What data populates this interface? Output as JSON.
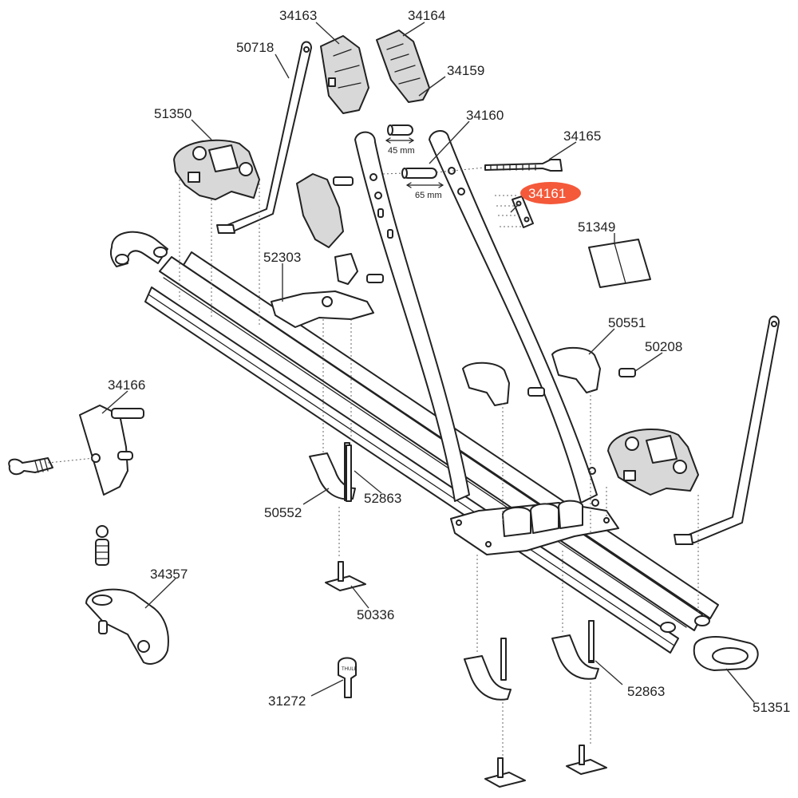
{
  "highlight_color": "#f4593a",
  "labels": {
    "p34163": "34163",
    "p34164": "34164",
    "p50718": "50718",
    "p34159": "34159",
    "p51350": "51350",
    "p34160": "34160",
    "p34165": "34165",
    "p34161": "34161",
    "p51349": "51349",
    "p52303": "52303",
    "p50551": "50551",
    "p50208": "50208",
    "p34166": "34166",
    "p50552": "50552",
    "p52863a": "52863",
    "p34357": "34357",
    "p50336": "50336",
    "p31272": "31272",
    "p52863b": "52863",
    "p51351": "51351"
  },
  "dimensions": {
    "d45": "45 mm",
    "d65": "65 mm"
  },
  "key_brand": "THULE"
}
